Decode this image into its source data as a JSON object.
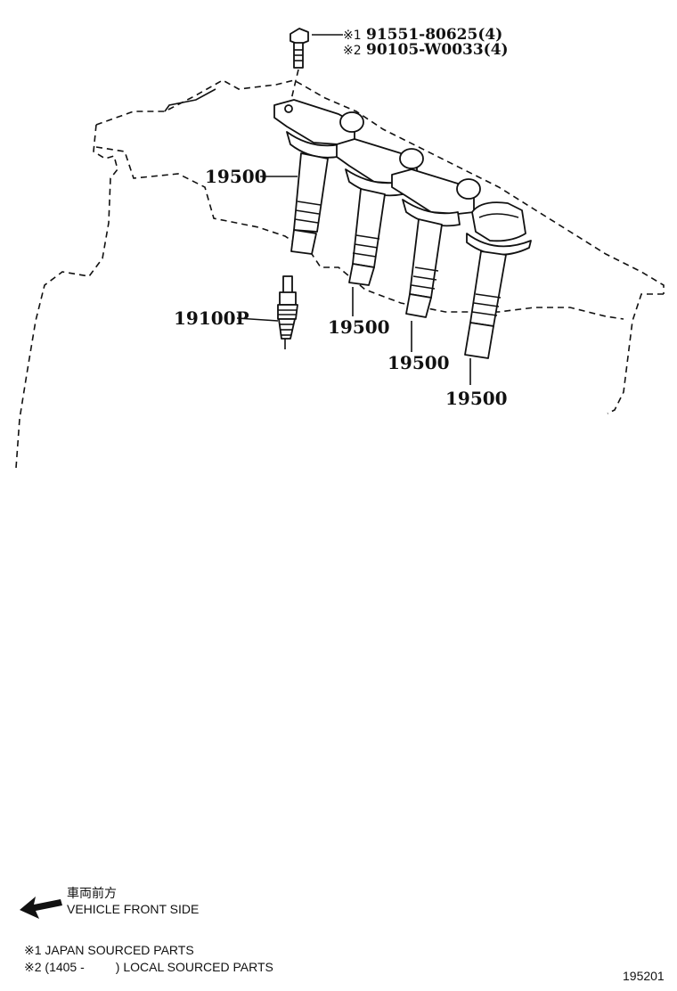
{
  "callouts": {
    "ref1_mark": "※1",
    "ref1_part": "91551-80625(4)",
    "ref2_mark": "※2",
    "ref2_part": "90105-W0033(4)",
    "coil_1": "19500",
    "coil_2": "19500",
    "coil_3": "19500",
    "coil_4": "19500",
    "spark_plug": "19100P"
  },
  "legend": {
    "front_jp": "車両前方",
    "front_en": "VEHICLE FRONT SIDE",
    "note1": "※1 JAPAN SOURCED PARTS",
    "note2": "※2 (1405 -         ) LOCAL SOURCED PARTS"
  },
  "footer": {
    "diagram_id": "195201"
  },
  "icons": {
    "front_arrow": "arrow-left-icon"
  }
}
